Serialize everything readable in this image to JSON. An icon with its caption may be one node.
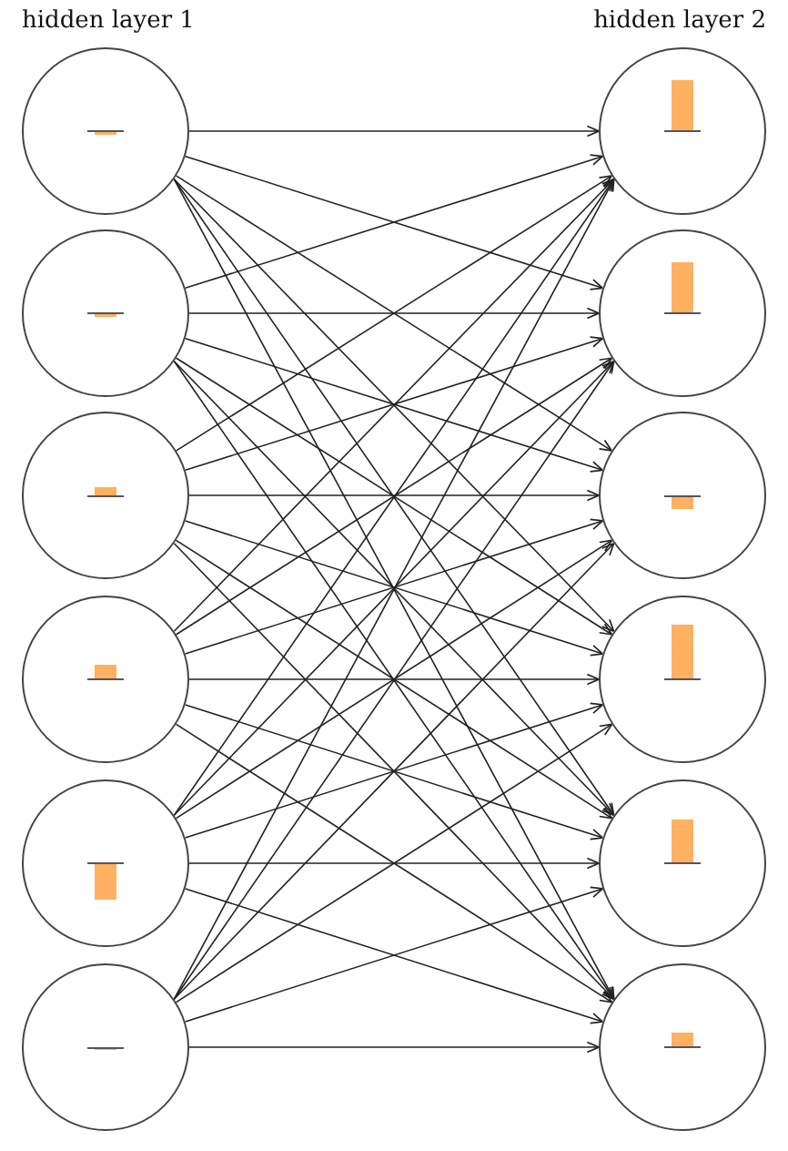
{
  "diagram": {
    "nodes": [
      {
        "text": [],
        "shape": "circle"
      },
      {
        "text": [],
        "shape": "circle"
      },
      {
        "text": [],
        "shape": "circle"
      },
      {
        "text": [],
        "shape": "circle"
      },
      {
        "text": [],
        "shape": "circle"
      },
      {
        "text": [],
        "shape": "circle"
      },
      {
        "text": [],
        "shape": "circle"
      },
      {
        "text": [],
        "shape": "circle"
      },
      {
        "text": [],
        "shape": "circle"
      },
      {
        "text": [],
        "shape": "circle"
      },
      {
        "text": [],
        "shape": "circle"
      },
      {
        "text": [],
        "shape": "circle"
      }
    ],
    "edges": [
      {
        "from": 0,
        "to": 6,
        "arrow": "to"
      },
      {
        "from": 0,
        "to": 7,
        "arrow": "to"
      },
      {
        "from": 0,
        "to": 8,
        "arrow": "to"
      },
      {
        "from": 0,
        "to": 9,
        "arrow": "to"
      },
      {
        "from": 0,
        "to": 10,
        "arrow": "to"
      },
      {
        "from": 0,
        "to": 11,
        "arrow": "to"
      },
      {
        "from": 1,
        "to": 6,
        "arrow": "to"
      },
      {
        "from": 1,
        "to": 7,
        "arrow": "to"
      },
      {
        "from": 1,
        "to": 8,
        "arrow": "to"
      },
      {
        "from": 1,
        "to": 9,
        "arrow": "to"
      },
      {
        "from": 1,
        "to": 10,
        "arrow": "to"
      },
      {
        "from": 1,
        "to": 11,
        "arrow": "to"
      },
      {
        "from": 2,
        "to": 6,
        "arrow": "to"
      },
      {
        "from": 2,
        "to": 7,
        "arrow": "to"
      },
      {
        "from": 2,
        "to": 8,
        "arrow": "to"
      },
      {
        "from": 2,
        "to": 9,
        "arrow": "to"
      },
      {
        "from": 2,
        "to": 10,
        "arrow": "to"
      },
      {
        "from": 2,
        "to": 11,
        "arrow": "to"
      },
      {
        "from": 3,
        "to": 6,
        "arrow": "to"
      },
      {
        "from": 3,
        "to": 7,
        "arrow": "to"
      },
      {
        "from": 3,
        "to": 8,
        "arrow": "to"
      },
      {
        "from": 3,
        "to": 9,
        "arrow": "to"
      },
      {
        "from": 3,
        "to": 10,
        "arrow": "to"
      },
      {
        "from": 3,
        "to": 11,
        "arrow": "to"
      },
      {
        "from": 4,
        "to": 6,
        "arrow": "to"
      },
      {
        "from": 4,
        "to": 7,
        "arrow": "to"
      },
      {
        "from": 4,
        "to": 8,
        "arrow": "to"
      },
      {
        "from": 4,
        "to": 9,
        "arrow": "to"
      },
      {
        "from": 4,
        "to": 10,
        "arrow": "to"
      },
      {
        "from": 4,
        "to": 11,
        "arrow": "to"
      },
      {
        "from": 5,
        "to": 6,
        "arrow": "to"
      },
      {
        "from": 5,
        "to": 7,
        "arrow": "to"
      },
      {
        "from": 5,
        "to": 8,
        "arrow": "to"
      },
      {
        "from": 5,
        "to": 9,
        "arrow": "to"
      },
      {
        "from": 5,
        "to": 10,
        "arrow": "to"
      },
      {
        "from": 5,
        "to": 11,
        "arrow": "to"
      }
    ],
    "labels": [
      "hidden layer 1",
      "hidden layer 2"
    ]
  }
}
